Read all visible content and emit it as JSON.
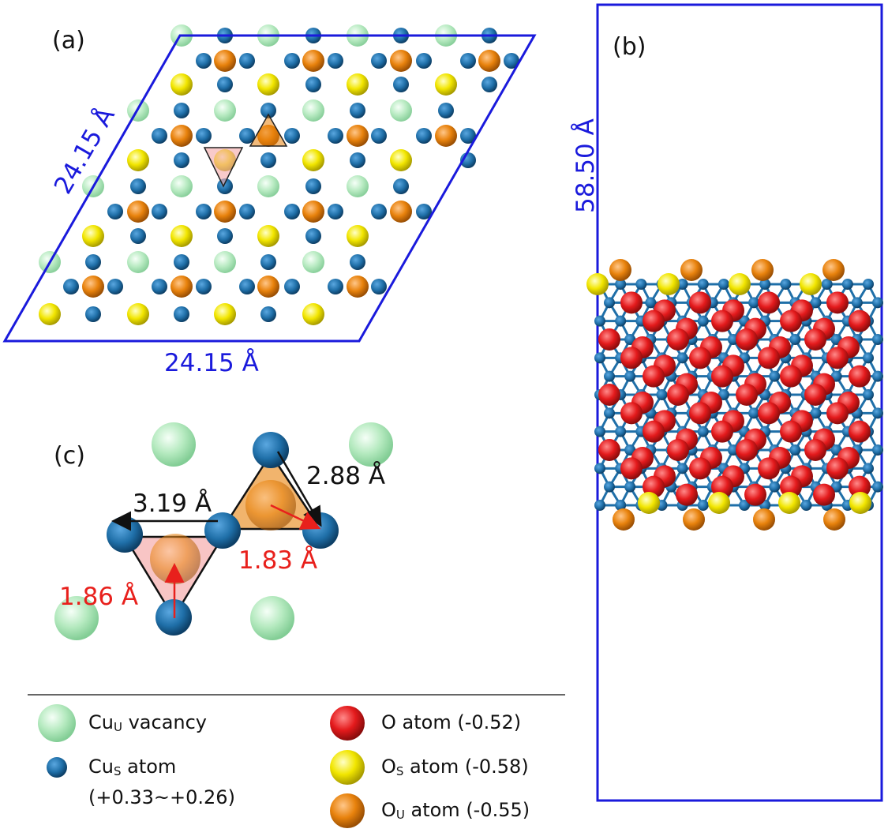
{
  "panels": {
    "a": "(a)",
    "b": "(b)",
    "c": "(c)"
  },
  "panel_a": {
    "side_left": "24.15 Å",
    "side_bottom": "24.15 Å"
  },
  "panel_b": {
    "height_label": "58.50 Å"
  },
  "panel_c": {
    "len_cu_cu_long": "3.19 Å",
    "len_cu_cu_short": "2.88 Å",
    "len_o_cu_red_1": "1.83 Å",
    "len_o_cu_red_2": "1.86 Å"
  },
  "legend": {
    "cu_vacancy": {
      "main": "Cu",
      "sub": "U",
      "rest": " vacancy"
    },
    "cus_atom": {
      "main": "Cu",
      "sub": "S",
      "rest": " atom",
      "charge": "(+0.33~+0.26)"
    },
    "o_atom": {
      "label": "O atom (-0.52)"
    },
    "os_atom": {
      "main": "O",
      "sub": "S",
      "rest": " atom (-0.58)"
    },
    "ou_atom": {
      "main": "O",
      "sub": "U",
      "rest": " atom (-0.55)"
    }
  },
  "colors": {
    "cell_border": "#1a1adc",
    "cu_vacancy": "#a8e6b4",
    "cus_atom": "#1f78b4",
    "o_atom": "#e41a1c",
    "os_atom": "#f2e600",
    "ou_atom": "#e8820c",
    "bond": "#1f6fa8",
    "red_arrow": "#e8201c"
  }
}
